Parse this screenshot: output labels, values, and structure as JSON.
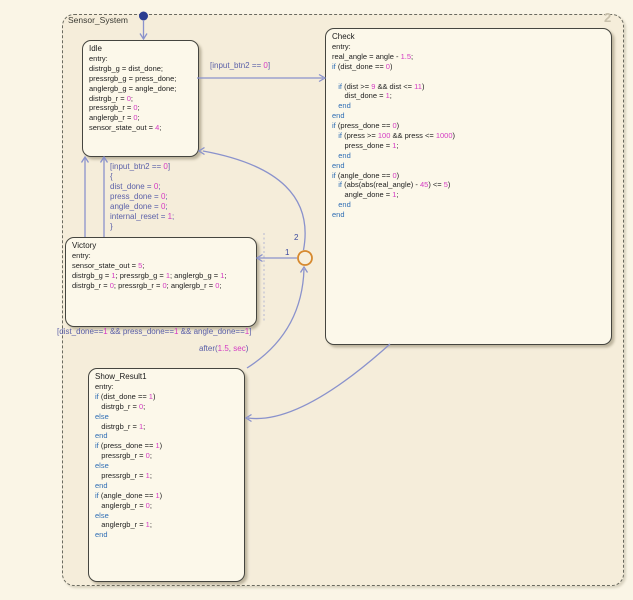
{
  "machine": {
    "title": "Sensor_System",
    "page_badge": "2"
  },
  "states": {
    "idle": {
      "title": "Idle",
      "lines": [
        "entry:",
        "distrgb_g = dist_done;",
        "pressrgb_g = press_done;",
        "anglergb_g = angle_done;",
        "distrgb_r = 0;",
        "pressrgb_r = 0;",
        "anglergb_r = 0;",
        "sensor_state_out = 4;"
      ]
    },
    "check": {
      "title": "Check",
      "lines": [
        "entry:",
        "real_angle = angle - 1.5;",
        "if (dist_done == 0)",
        "",
        "   if (dist >= 9 && dist <= 11)",
        "      dist_done = 1;",
        "   end",
        "end",
        "if (press_done == 0)",
        "   if (press >= 100 && press <= 1000)",
        "      press_done = 1;",
        "   end",
        "end",
        "if (angle_done == 0)",
        "   if (abs(abs(real_angle) - 45) <= 5)",
        "      angle_done = 1;",
        "   end",
        "end"
      ]
    },
    "victory": {
      "title": "Victory",
      "lines": [
        "entry:",
        "sensor_state_out = 5;",
        "distrgb_g = 1; pressrgb_g = 1; anglergb_g = 1;",
        "distrgb_r = 0; pressrgb_r = 0; anglergb_r = 0;"
      ]
    },
    "show_result1": {
      "title": "Show_Result1",
      "lines": [
        "entry:",
        "if (dist_done == 1)",
        "   distrgb_r = 0;",
        "else",
        "   distrgb_r = 1;",
        "end",
        "if (press_done == 1)",
        "   pressrgb_r = 0;",
        "else",
        "   pressrgb_r = 1;",
        "end",
        "if (angle_done == 1)",
        "   anglergb_r = 0;",
        "else",
        "   anglergb_r = 1;",
        "end"
      ]
    }
  },
  "transition_labels": {
    "idle_to_check": "[input_btn2 == 0]",
    "reset_action": [
      "[input_btn2 == 0]",
      "{",
      "dist_done = 0;",
      "press_done = 0;",
      "angle_done = 0;",
      "internal_reset = 1;",
      "}"
    ],
    "win_condition": "[dist_done==1 && press_done==1 && angle_done==1]",
    "after_timer": "after(1.5, sec)",
    "junction_exit_1": "1",
    "junction_exit_2": "2"
  },
  "colors": {
    "canvas_bg": "#FAF5E6",
    "machine_fill": "#F5EDDA",
    "state_fill": "#FCF8EA",
    "state_border": "#45453F",
    "transition_line": "#8A92CC",
    "transition_label": "#5A5FA8",
    "keyword_blue": "#2E6DB4",
    "number_magenta": "#D43BC3",
    "junction_orange": "#D6892F",
    "default_dot_navy": "#2B3D91",
    "page_badge_grey": "#C8C0AB"
  }
}
